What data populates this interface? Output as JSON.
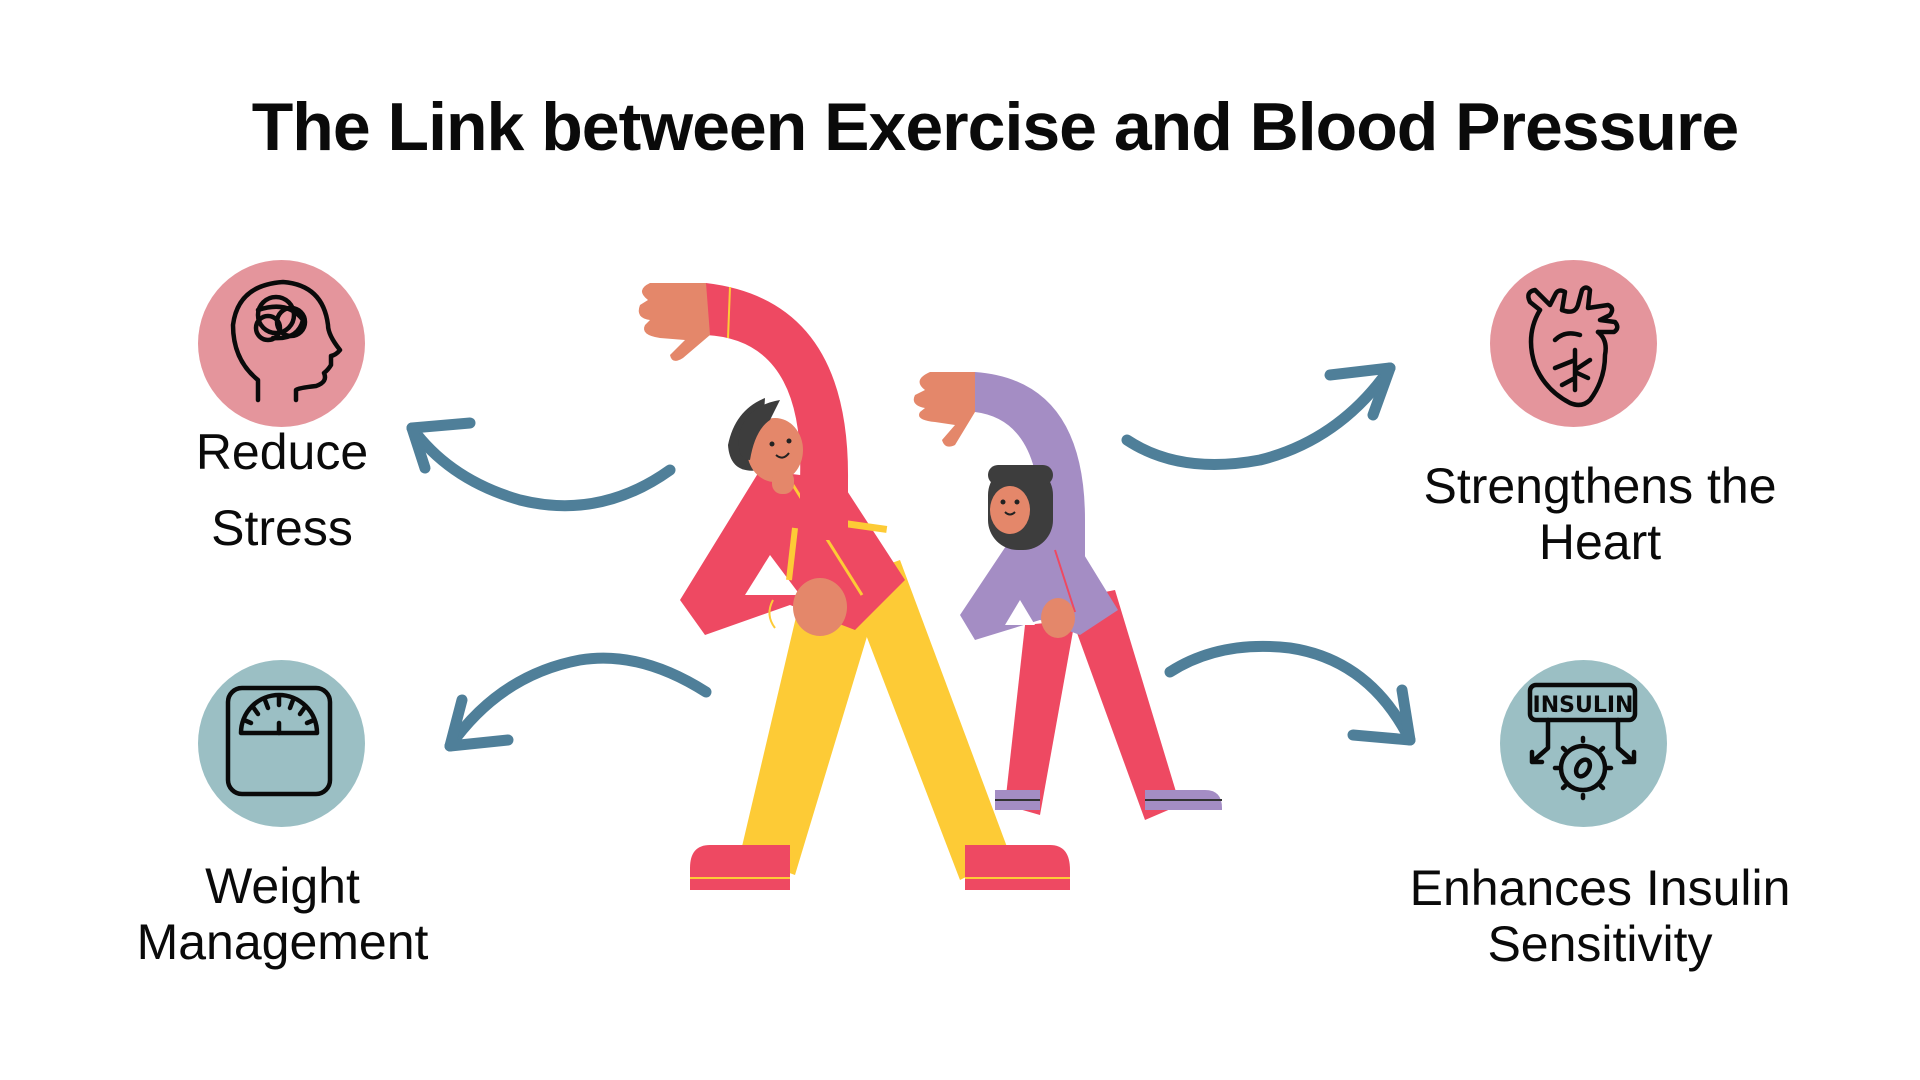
{
  "title": "The Link between Exercise and Blood Pressure",
  "colors": {
    "pink_circle": "#E4959C",
    "teal_circle": "#9BBFC4",
    "arrow": "#4F7F99",
    "red": "#EE4962",
    "yellow": "#FDCB36",
    "purple": "#A48DC4",
    "skin": "#E4876A",
    "hair": "#3D3D3D"
  },
  "benefits": [
    {
      "id": "reduce-stress",
      "icon": "brain-head-icon",
      "line1": "Reduce",
      "line2": "Stress"
    },
    {
      "id": "strengthens-heart",
      "icon": "heart-icon",
      "line1": "Strengthens the",
      "line2": "Heart"
    },
    {
      "id": "weight-management",
      "icon": "weighing-scale-icon",
      "line1": "Weight",
      "line2": "Management"
    },
    {
      "id": "insulin-sensitivity",
      "icon": "insulin-cell-icon",
      "line1": "Enhances Insulin",
      "line2": "Sensitivity",
      "icon_text": "INSULIN"
    }
  ],
  "illustration": "two-people-stretching"
}
